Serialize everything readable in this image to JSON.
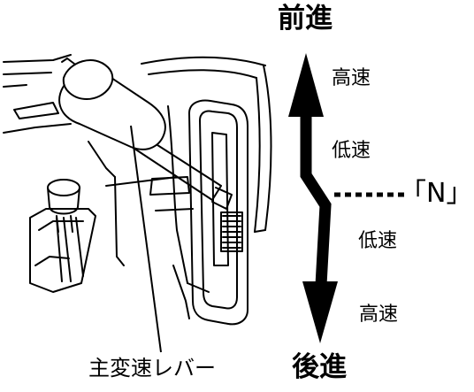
{
  "labels": {
    "forward": "前進",
    "reverse": "後進",
    "forward_high": "高速",
    "forward_low": "低速",
    "neutral": "「N」",
    "reverse_low": "低速",
    "reverse_high": "高速",
    "lever_name": "主変速レバー"
  },
  "colors": {
    "ink": "#000000",
    "paper": "#ffffff"
  }
}
